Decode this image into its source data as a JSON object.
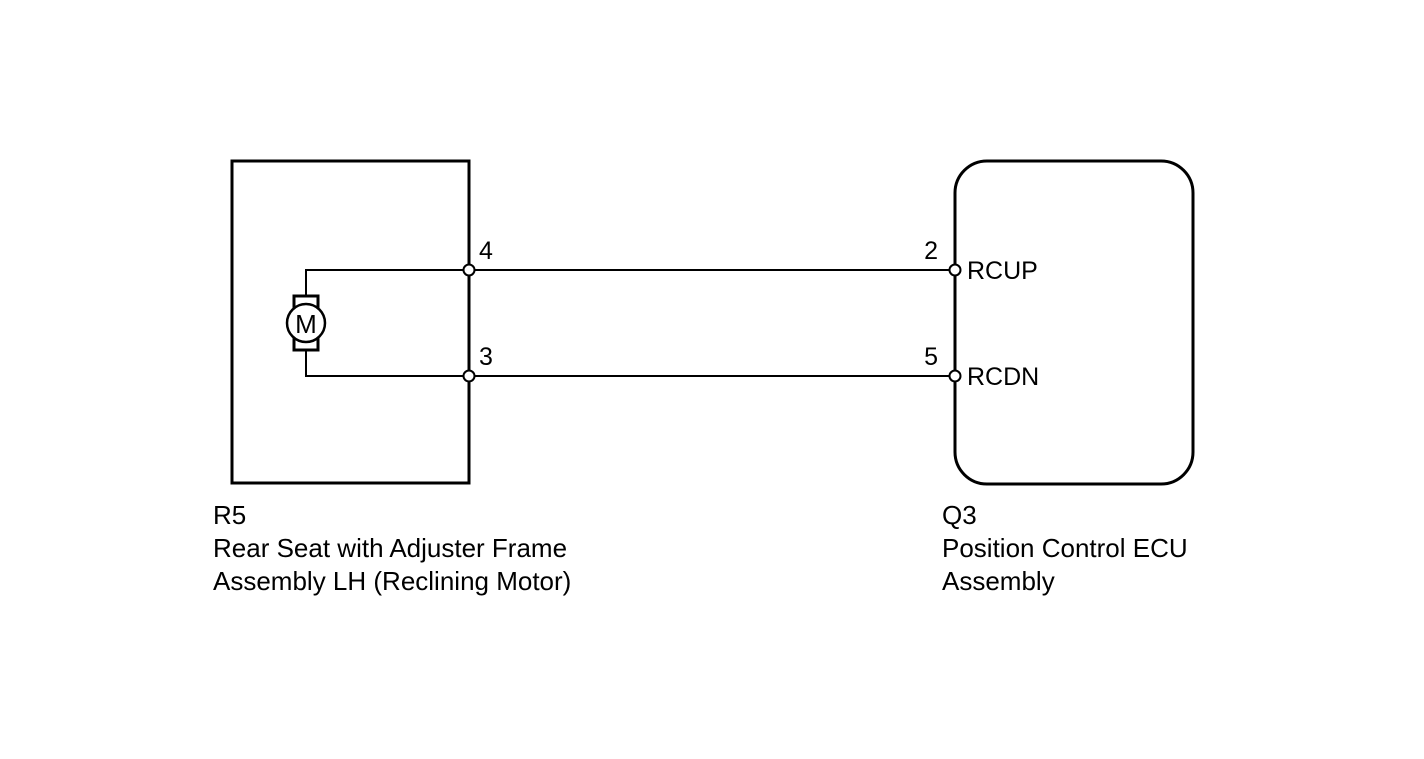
{
  "components": {
    "left": {
      "code": "R5",
      "name_line1": "Rear Seat with Adjuster Frame",
      "name_line2": "Assembly LH (Reclining Motor)",
      "motor_symbol": "M",
      "pins": {
        "top": "4",
        "bottom": "3"
      }
    },
    "right": {
      "code": "Q3",
      "name_line1": "Position Control ECU",
      "name_line2": "Assembly",
      "pins": {
        "top": "2",
        "bottom": "5"
      },
      "signals": {
        "top": "RCUP",
        "bottom": "RCDN"
      }
    }
  }
}
